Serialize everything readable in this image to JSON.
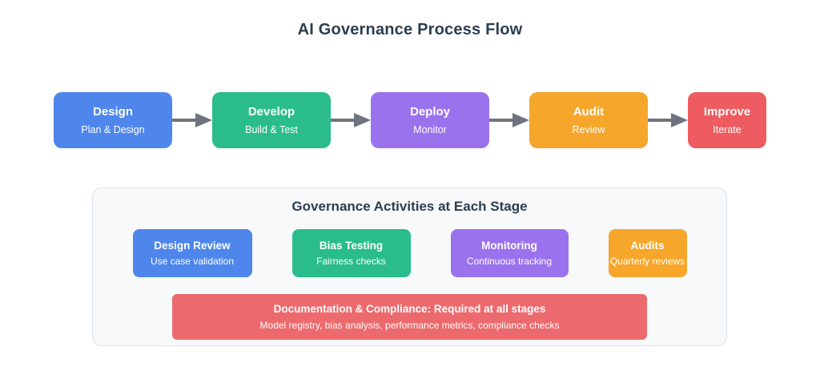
{
  "title": "AI Governance Process Flow",
  "colors": {
    "blue": "#4e86ec",
    "green": "#2abd8b",
    "purple": "#9b72ee",
    "orange": "#f5a62b",
    "red": "#ee5b60",
    "banner_red": "#ec6a6d",
    "arrow_gray": "#6c757d",
    "heading_navy": "#2c3e50",
    "panel_bg": "#f8f9fa",
    "panel_border": "#dde1e7"
  },
  "flow": {
    "stages": [
      {
        "title": "Design",
        "subtitle": "Plan & Design",
        "color": "blue"
      },
      {
        "title": "Develop",
        "subtitle": "Build & Test",
        "color": "green"
      },
      {
        "title": "Deploy",
        "subtitle": "Monitor",
        "color": "purple"
      },
      {
        "title": "Audit",
        "subtitle": "Review",
        "color": "orange"
      },
      {
        "title": "Improve",
        "subtitle": "Iterate",
        "color": "red"
      }
    ]
  },
  "panel": {
    "heading": "Governance Activities at Each Stage",
    "activities": [
      {
        "title": "Design Review",
        "subtitle": "Use case validation",
        "color": "blue"
      },
      {
        "title": "Bias Testing",
        "subtitle": "Fairness checks",
        "color": "green"
      },
      {
        "title": "Monitoring",
        "subtitle": "Continuous tracking",
        "color": "purple"
      },
      {
        "title": "Audits",
        "subtitle": "Quarterly reviews",
        "color": "orange"
      }
    ],
    "banner": {
      "title": "Documentation & Compliance: Required at all stages",
      "subtitle": "Model registry, bias analysis, performance metrics, compliance checks"
    }
  }
}
